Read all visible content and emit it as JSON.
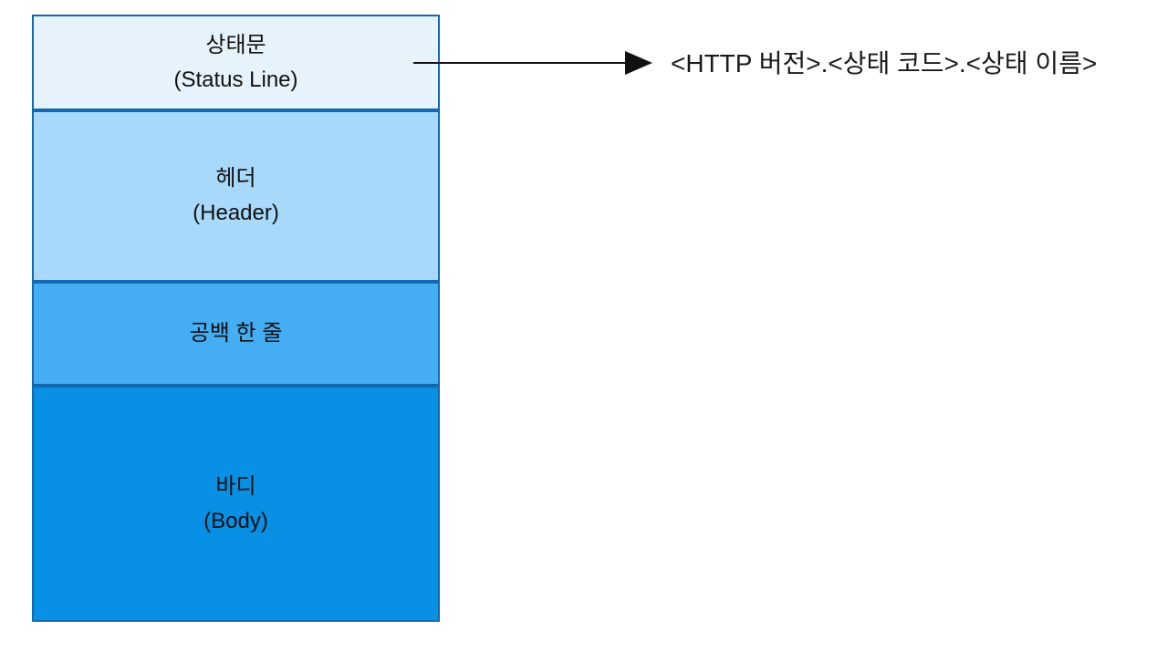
{
  "stack": {
    "boxes": [
      {
        "label_ko": "상태문",
        "label_en": "(Status Line)",
        "fill": "#e7f3fc"
      },
      {
        "label_ko": "헤더",
        "label_en": "(Header)",
        "fill": "#a8d9fa"
      },
      {
        "label_ko": "공백 한 줄",
        "label_en": "",
        "fill": "#44adf3"
      },
      {
        "label_ko": "바디",
        "label_en": "(Body)",
        "fill": "#0890e4"
      }
    ],
    "border_color": "#1269b1"
  },
  "annotation": {
    "text": "<HTTP 버전>.<상태 코드>.<상태 이름>",
    "arrow_color": "#111111"
  }
}
